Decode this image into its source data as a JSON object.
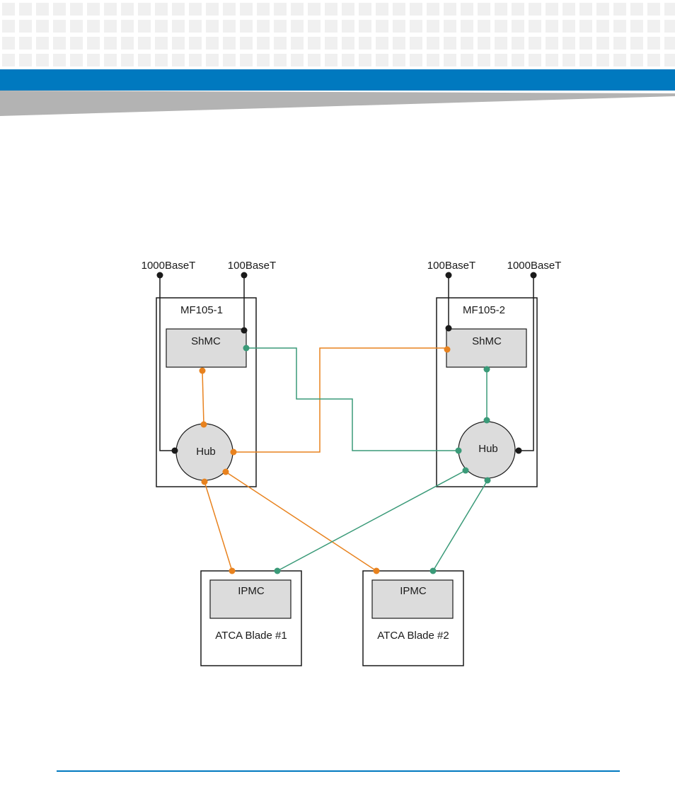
{
  "colors": {
    "header_blue": "#0079bf",
    "header_pattern": "#f0f0f0",
    "wedge_grey": "#b3b3b3",
    "orange_link": "#e8821e",
    "green_link": "#3a9a78",
    "black_link": "#1a1a1a",
    "module_fill": "#dcdcdc"
  },
  "ports": {
    "mf1_gigabit": "1000BaseT",
    "mf1_fast": "100BaseT",
    "mf2_fast": "100BaseT",
    "mf2_gigabit": "1000BaseT"
  },
  "switches": {
    "left": {
      "title": "MF105-1",
      "shmc": "ShMC",
      "hub": "Hub"
    },
    "right": {
      "title": "MF105-2",
      "shmc": "ShMC",
      "hub": "Hub"
    }
  },
  "blades": [
    {
      "ipmc": "IPMC",
      "label": "ATCA Blade #1"
    },
    {
      "ipmc": "IPMC",
      "label": "ATCA Blade #2"
    }
  ]
}
